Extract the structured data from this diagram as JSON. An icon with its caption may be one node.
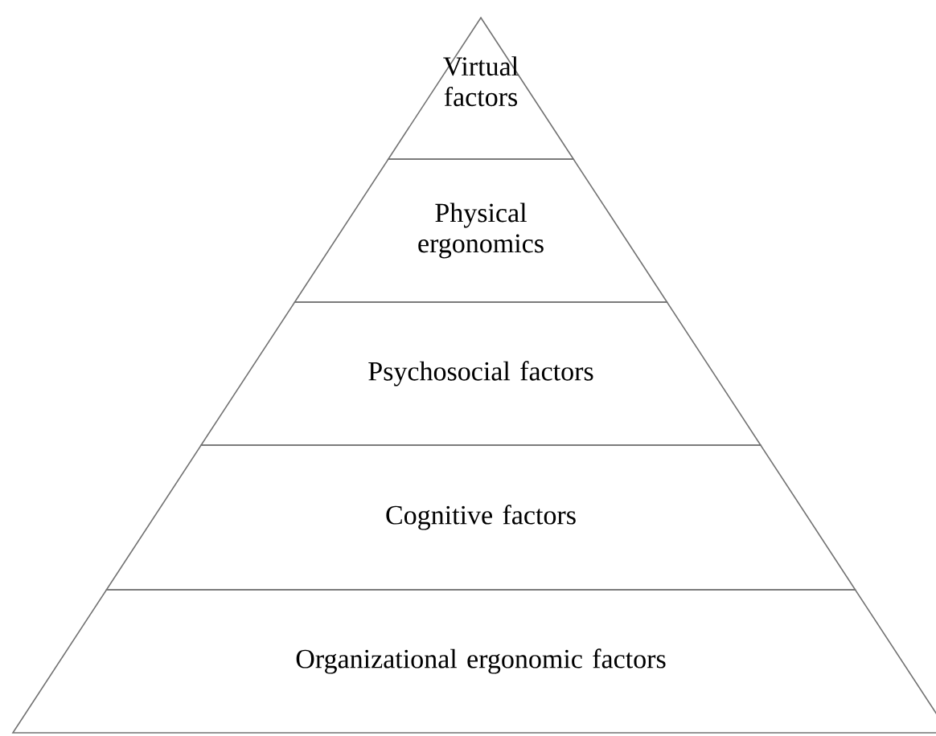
{
  "diagram": {
    "nodes": [
      {
        "text": [
          "Virtual factors"
        ]
      },
      {
        "text": [
          "Physical ergonomics"
        ]
      },
      {
        "text": [
          "Psychosocial factors"
        ]
      },
      {
        "text": [
          "Cognitive factors"
        ]
      },
      {
        "text": [
          "Organizational ergonomic factors"
        ]
      }
    ]
  }
}
